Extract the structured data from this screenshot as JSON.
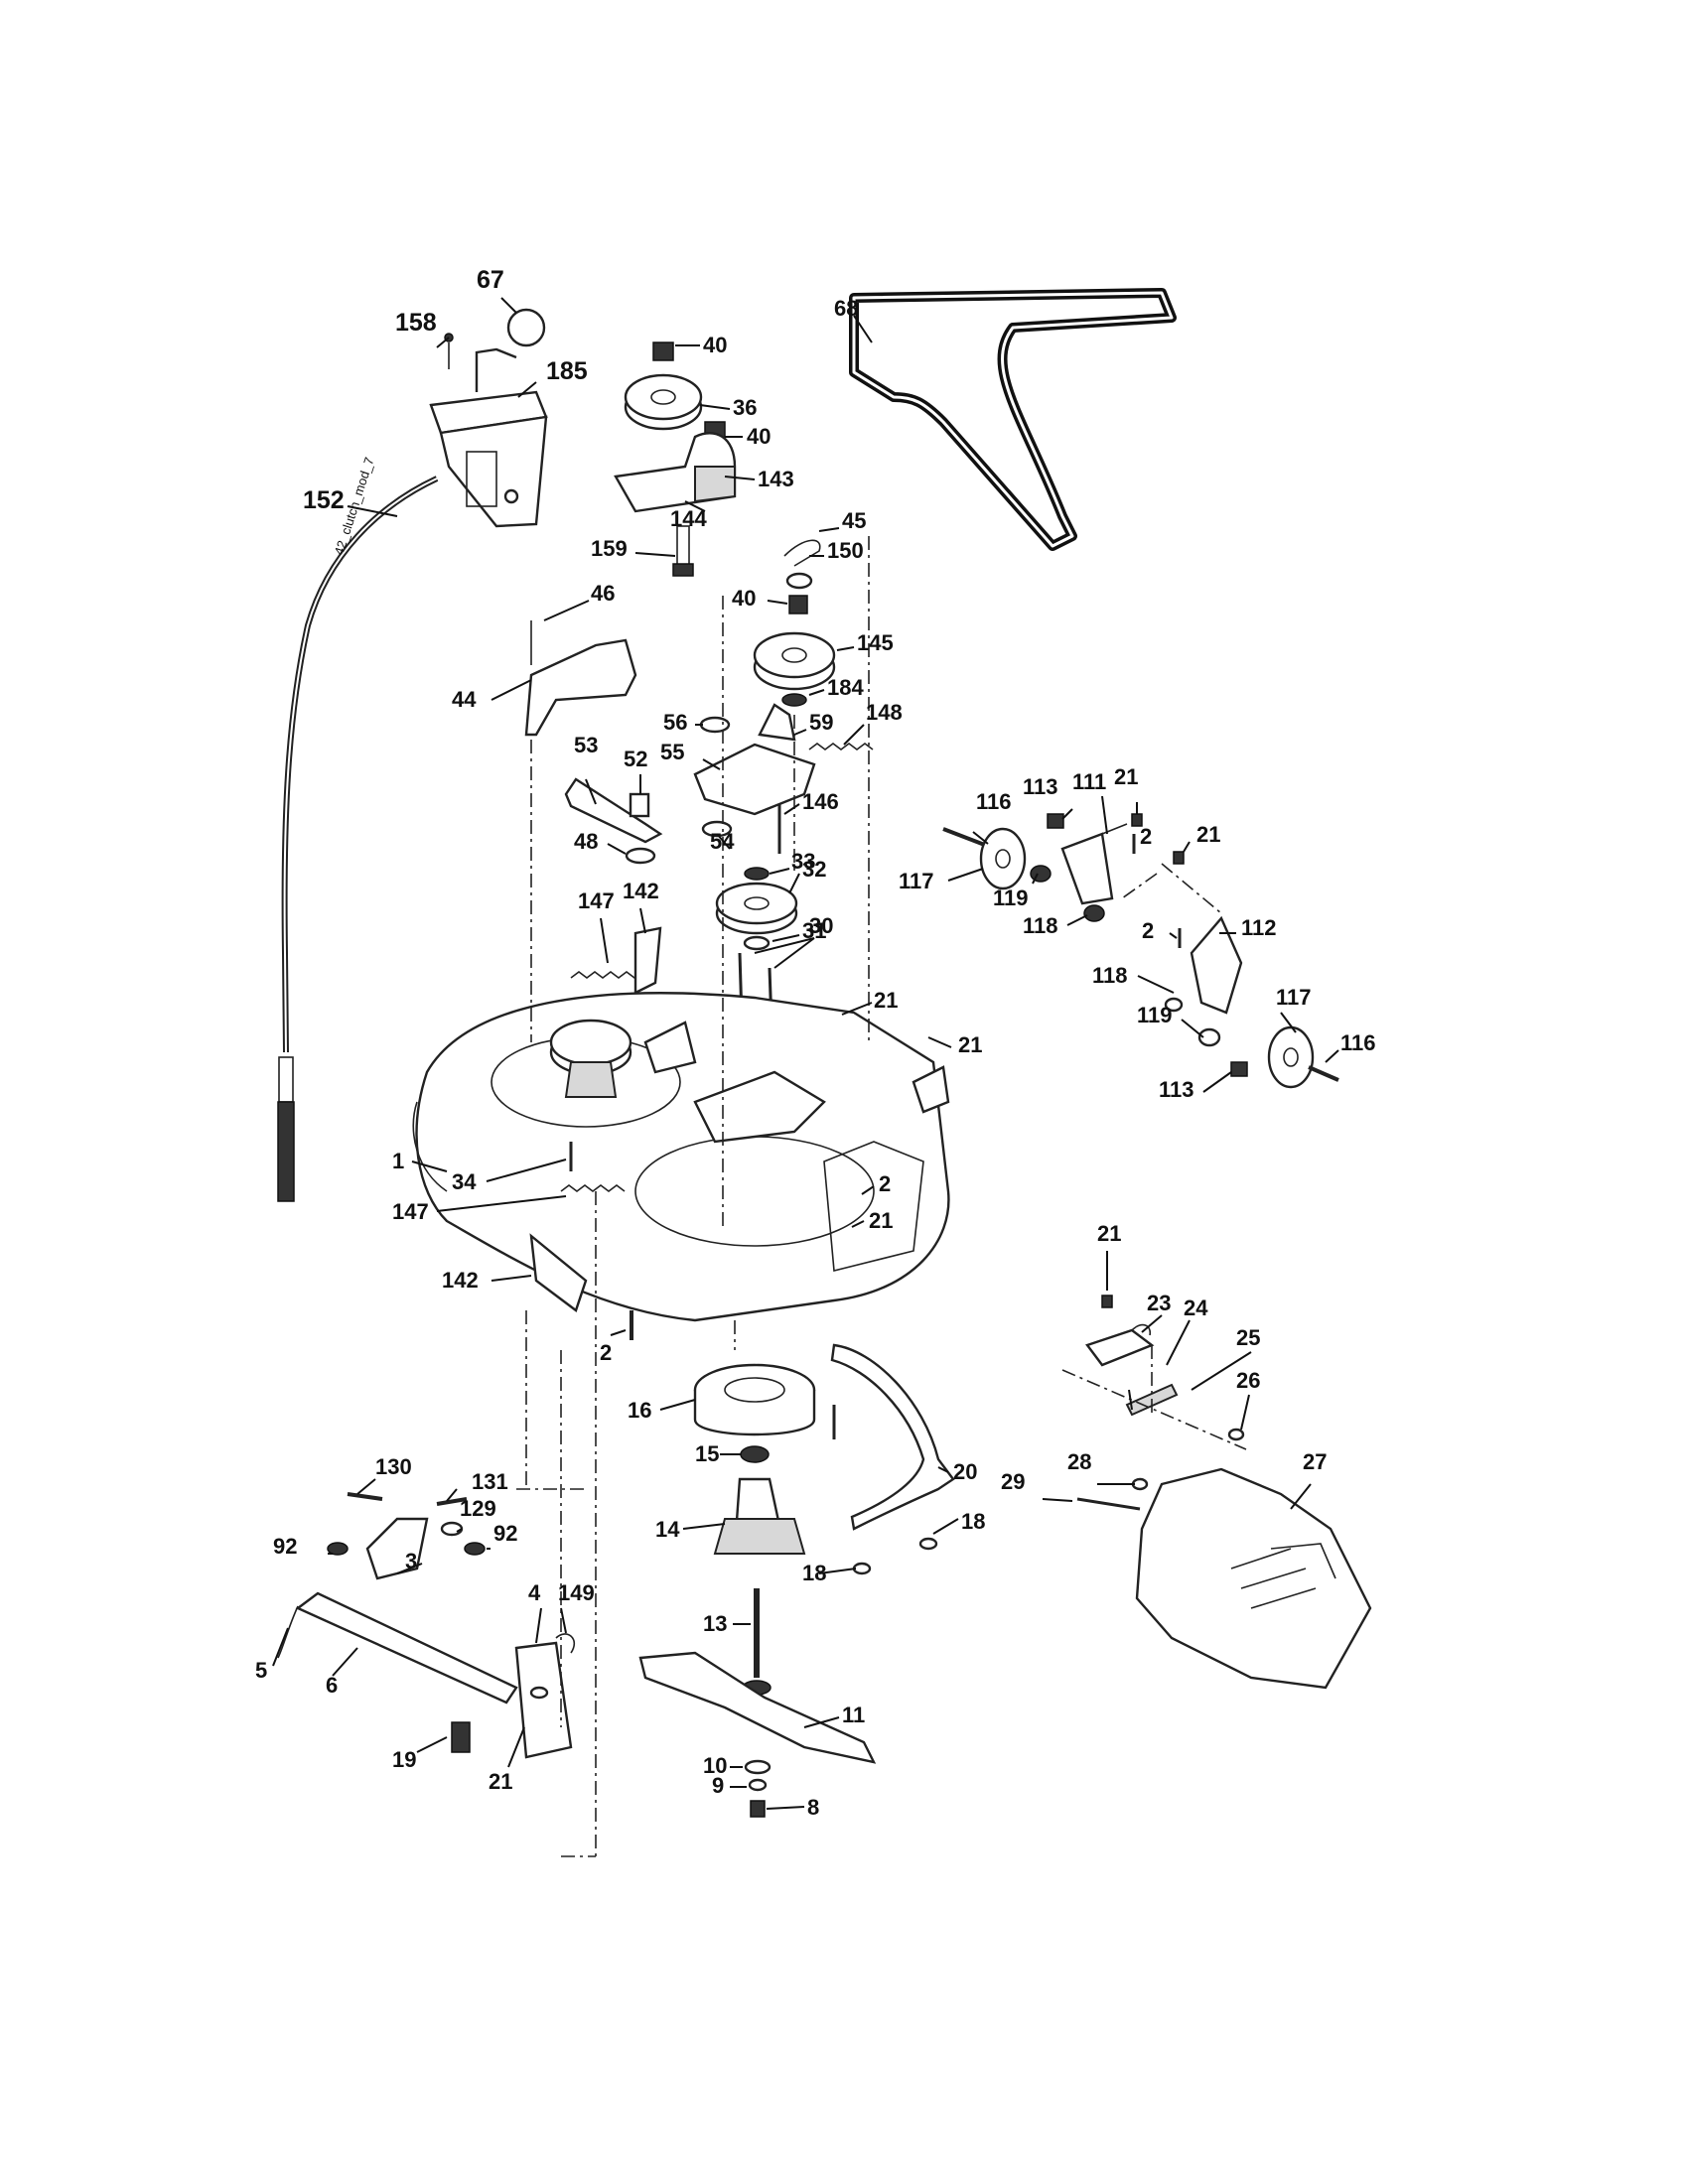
{
  "diagram": {
    "cable_text": "42_clutch_mod_7",
    "callouts": [
      {
        "id": "c67",
        "text": "67"
      },
      {
        "id": "c158",
        "text": "158"
      },
      {
        "id": "c185",
        "text": "185"
      },
      {
        "id": "c152",
        "text": "152"
      },
      {
        "id": "c40a",
        "text": "40"
      },
      {
        "id": "c36",
        "text": "36"
      },
      {
        "id": "c40b",
        "text": "40"
      },
      {
        "id": "c143",
        "text": "143"
      },
      {
        "id": "c144",
        "text": "144"
      },
      {
        "id": "c68",
        "text": "68"
      },
      {
        "id": "c45",
        "text": "45"
      },
      {
        "id": "c159",
        "text": "159"
      },
      {
        "id": "c150",
        "text": "150"
      },
      {
        "id": "c40c",
        "text": "40"
      },
      {
        "id": "c46",
        "text": "46"
      },
      {
        "id": "c145",
        "text": "145"
      },
      {
        "id": "c184",
        "text": "184"
      },
      {
        "id": "c44",
        "text": "44"
      },
      {
        "id": "c56",
        "text": "56"
      },
      {
        "id": "c59",
        "text": "59"
      },
      {
        "id": "c148",
        "text": "148"
      },
      {
        "id": "c53",
        "text": "53"
      },
      {
        "id": "c55",
        "text": "55"
      },
      {
        "id": "c52",
        "text": "52"
      },
      {
        "id": "c146",
        "text": "146"
      },
      {
        "id": "c116a",
        "text": "116"
      },
      {
        "id": "c113a",
        "text": "113"
      },
      {
        "id": "c111",
        "text": "111"
      },
      {
        "id": "c21a",
        "text": "21"
      },
      {
        "id": "c2a",
        "text": "2"
      },
      {
        "id": "c21b",
        "text": "21"
      },
      {
        "id": "c54",
        "text": "54"
      },
      {
        "id": "c48",
        "text": "48"
      },
      {
        "id": "c33",
        "text": "33"
      },
      {
        "id": "c32",
        "text": "32"
      },
      {
        "id": "c117a",
        "text": "117"
      },
      {
        "id": "c119a",
        "text": "119"
      },
      {
        "id": "c147a",
        "text": "147"
      },
      {
        "id": "c142a",
        "text": "142"
      },
      {
        "id": "c31",
        "text": "31"
      },
      {
        "id": "c118a",
        "text": "118"
      },
      {
        "id": "c2b",
        "text": "2"
      },
      {
        "id": "c112",
        "text": "112"
      },
      {
        "id": "c30",
        "text": "30"
      },
      {
        "id": "c118b",
        "text": "118"
      },
      {
        "id": "c21c",
        "text": "21"
      },
      {
        "id": "c119b",
        "text": "119"
      },
      {
        "id": "c117b",
        "text": "117"
      },
      {
        "id": "c21d",
        "text": "21"
      },
      {
        "id": "c113b",
        "text": "113"
      },
      {
        "id": "c116b",
        "text": "116"
      },
      {
        "id": "c1",
        "text": "1"
      },
      {
        "id": "c34",
        "text": "34"
      },
      {
        "id": "c147b",
        "text": "147"
      },
      {
        "id": "c2c",
        "text": "2"
      },
      {
        "id": "c21e",
        "text": "21"
      },
      {
        "id": "c21f",
        "text": "21"
      },
      {
        "id": "c142b",
        "text": "142"
      },
      {
        "id": "c23",
        "text": "23"
      },
      {
        "id": "c24",
        "text": "24"
      },
      {
        "id": "c2d",
        "text": "2"
      },
      {
        "id": "c25",
        "text": "25"
      },
      {
        "id": "c26",
        "text": "26"
      },
      {
        "id": "c16",
        "text": "16"
      },
      {
        "id": "c15",
        "text": "15"
      },
      {
        "id": "c20",
        "text": "20"
      },
      {
        "id": "c130",
        "text": "130"
      },
      {
        "id": "c131",
        "text": "131"
      },
      {
        "id": "c28",
        "text": "28"
      },
      {
        "id": "c27",
        "text": "27"
      },
      {
        "id": "c29",
        "text": "29"
      },
      {
        "id": "c129",
        "text": "129"
      },
      {
        "id": "c92a",
        "text": "92"
      },
      {
        "id": "c92b",
        "text": "92"
      },
      {
        "id": "c14",
        "text": "14"
      },
      {
        "id": "c18a",
        "text": "18"
      },
      {
        "id": "c18b",
        "text": "18"
      },
      {
        "id": "c3",
        "text": "3"
      },
      {
        "id": "c4",
        "text": "4"
      },
      {
        "id": "c149",
        "text": "149"
      },
      {
        "id": "c13",
        "text": "13"
      },
      {
        "id": "c5",
        "text": "5"
      },
      {
        "id": "c6",
        "text": "6"
      },
      {
        "id": "c11",
        "text": "11"
      },
      {
        "id": "c19",
        "text": "19"
      },
      {
        "id": "c21g",
        "text": "21"
      },
      {
        "id": "c10",
        "text": "10"
      },
      {
        "id": "c9",
        "text": "9"
      },
      {
        "id": "c8",
        "text": "8"
      }
    ]
  }
}
